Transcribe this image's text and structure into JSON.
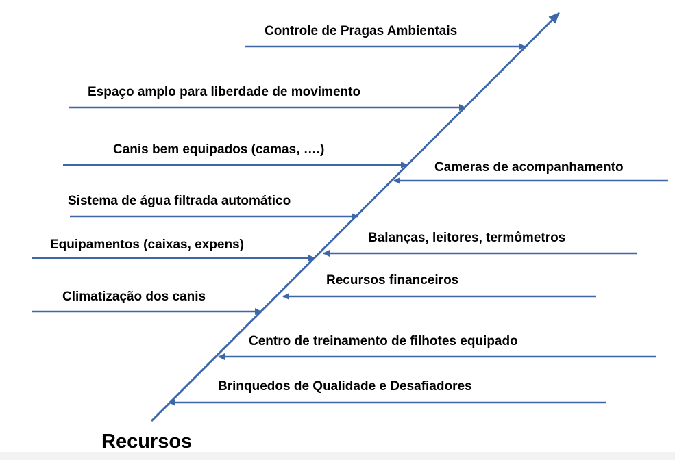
{
  "diagram": {
    "type": "fishbone-branch",
    "category": "Recursos",
    "line_color": "#3e67a8",
    "text_color": "#000000",
    "causes_left": [
      "Controle de Pragas Ambientais",
      "Espaço amplo para liberdade de movimento",
      "Canis bem equipados (camas, ….)",
      "Sistema de água filtrada automático",
      "Equipamentos (caixas,  expens)",
      "Climatização dos canis"
    ],
    "causes_right": [
      "Cameras de  acompanhamento",
      "Balanças, leitores, termômetros",
      "Recursos financeiros",
      "Centro de treinamento de filhotes equipado",
      "Brinquedos de Qualidade e Desafiadores"
    ]
  }
}
